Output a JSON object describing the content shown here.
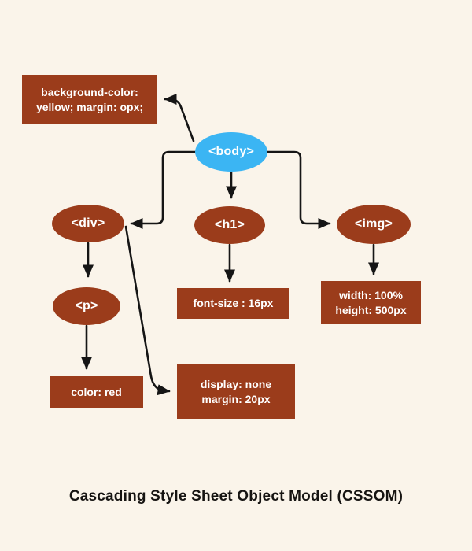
{
  "diagram": {
    "title": "Cascading Style Sheet Object Model (CSSOM)",
    "nodes": {
      "body": {
        "label": "<body>"
      },
      "div": {
        "label": "<div>"
      },
      "h1": {
        "label": "<h1>"
      },
      "img": {
        "label": "<img>"
      },
      "p": {
        "label": "<p>"
      }
    },
    "style_boxes": {
      "body_styles": {
        "text": "background-color:\nyellow; margin: opx;"
      },
      "h1_styles": {
        "text": "font-size : 16px"
      },
      "img_styles": {
        "text": "width: 100%\nheight: 500px"
      },
      "p_styles": {
        "text": "color: red"
      },
      "div_styles": {
        "text": "display: none\nmargin: 20px"
      }
    },
    "colors": {
      "background": "#FAF4EA",
      "node_brown": "#9B3C1B",
      "node_blue": "#3BB5F3",
      "text_white": "#FFFFFF",
      "arrow": "#151515",
      "title_text": "#161412"
    }
  }
}
